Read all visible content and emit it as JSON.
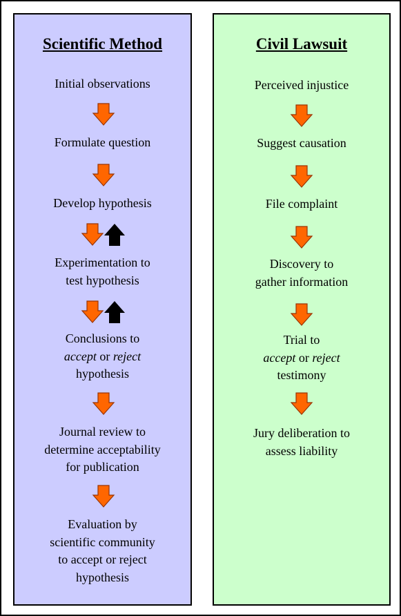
{
  "left": {
    "title": "Scientific Method",
    "steps": [
      {
        "lines": [
          "Initial observations"
        ]
      },
      {
        "lines": [
          "Formulate question"
        ]
      },
      {
        "lines": [
          "Develop hypothesis"
        ]
      },
      {
        "lines": [
          "Experimentation to",
          "test hypothesis"
        ]
      },
      {
        "lines": [
          "Conclusions to",
          "accept or reject",
          "hypothesis"
        ]
      },
      {
        "lines": [
          "Journal review to",
          "determine acceptability",
          "for publication"
        ]
      },
      {
        "lines": [
          "Evaluation by",
          "scientific community",
          "to accept or reject",
          "hypothesis"
        ]
      }
    ],
    "conclusion_words": {
      "accept": "accept",
      "or": " or ",
      "reject": "reject"
    }
  },
  "right": {
    "title": "Civil Lawsuit",
    "steps": [
      {
        "lines": [
          "Perceived injustice"
        ]
      },
      {
        "lines": [
          "Suggest causation"
        ]
      },
      {
        "lines": [
          "File complaint"
        ]
      },
      {
        "lines": [
          "Discovery to",
          "gather information"
        ]
      },
      {
        "lines": [
          "Trial to",
          "accept or reject",
          "testimony"
        ]
      },
      {
        "lines": [
          "Jury deliberation to",
          "assess liability"
        ]
      }
    ],
    "trial_words": {
      "accept": "accept",
      "or": " or ",
      "reject": "reject"
    }
  },
  "colors": {
    "left_panel": "#ccccff",
    "right_panel": "#ccffcc",
    "down_arrow_fill": "#ff6600",
    "down_arrow_stroke": "#993300",
    "up_arrow_fill": "#000000"
  },
  "icons": {
    "down_arrow": "down-arrow-icon",
    "up_arrow": "up-arrow-icon"
  }
}
